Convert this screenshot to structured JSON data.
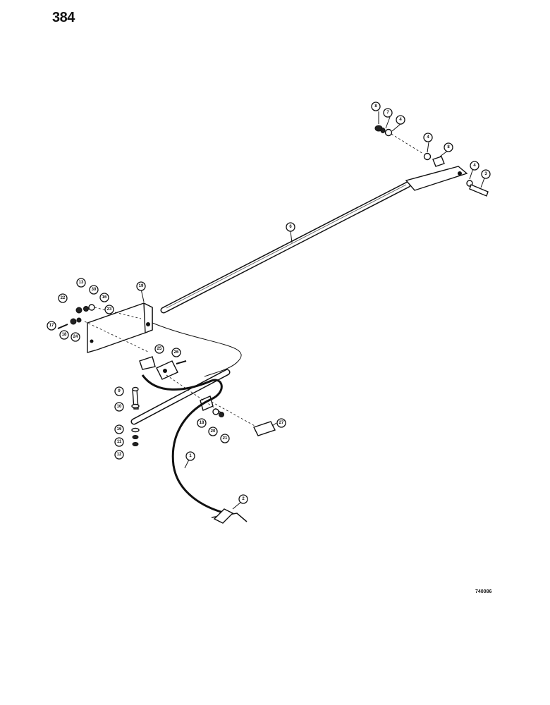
{
  "page": {
    "number": "384",
    "drawing_code": "740086"
  },
  "callouts": [
    {
      "id": "c8a",
      "label": "8"
    },
    {
      "id": "c7",
      "label": "7"
    },
    {
      "id": "c4a",
      "label": "4"
    },
    {
      "id": "c4b",
      "label": "4"
    },
    {
      "id": "c8b",
      "label": "8"
    },
    {
      "id": "c4c",
      "label": "4"
    },
    {
      "id": "c3",
      "label": "3"
    },
    {
      "id": "c6",
      "label": "6"
    },
    {
      "id": "c19",
      "label": "19"
    },
    {
      "id": "c13",
      "label": "13"
    },
    {
      "id": "c30",
      "label": "30"
    },
    {
      "id": "c16a",
      "label": "16"
    },
    {
      "id": "c22",
      "label": "22"
    },
    {
      "id": "c23",
      "label": "23"
    },
    {
      "id": "c17",
      "label": "17"
    },
    {
      "id": "c18a",
      "label": "18"
    },
    {
      "id": "c24",
      "label": "24"
    },
    {
      "id": "c25",
      "label": "25"
    },
    {
      "id": "c26",
      "label": "26"
    },
    {
      "id": "c9",
      "label": "9"
    },
    {
      "id": "c10",
      "label": "10"
    },
    {
      "id": "c18b",
      "label": "18"
    },
    {
      "id": "c20",
      "label": "20"
    },
    {
      "id": "c27",
      "label": "27"
    },
    {
      "id": "c16b",
      "label": "16"
    },
    {
      "id": "c11",
      "label": "11"
    },
    {
      "id": "c12",
      "label": "12"
    },
    {
      "id": "c21",
      "label": "21"
    },
    {
      "id": "c1",
      "label": "1"
    },
    {
      "id": "c2",
      "label": "2"
    }
  ]
}
